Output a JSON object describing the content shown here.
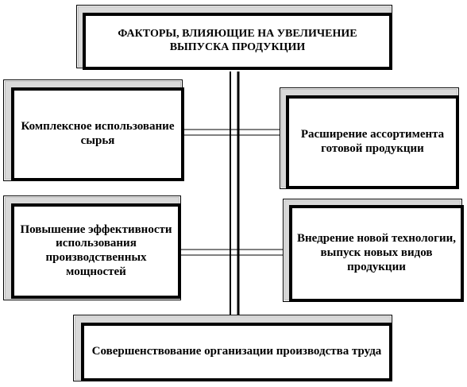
{
  "diagram": {
    "title": "ФАКТОРЫ, ВЛИЯЮЩИЕ НА УВЕЛИЧЕНИЕ ВЫПУСКА ПРОДУКЦИИ",
    "left_top": "Комплексное использование сырья",
    "right_top": "Расширение ассортимента готовой продукции",
    "left_bottom": "Повышение эффективности использования производственных мощностей",
    "right_bottom": "Внедрение новой технологии, выпуск новых видов продукции",
    "bottom": "Совершенствование организации производства труда"
  },
  "colors": {
    "border": "#000000",
    "shadow": "#d9d9d9",
    "background": "#ffffff"
  }
}
